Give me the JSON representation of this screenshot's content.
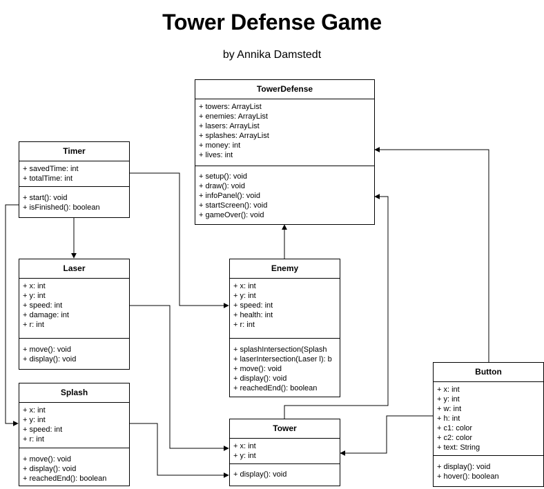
{
  "title": "Tower Defense Game",
  "subtitle": "by Annika Damstedt",
  "classes": {
    "towerdefense": {
      "name": "TowerDefense",
      "attributes": [
        "+ towers: ArrayList",
        "+ enemies: ArrayList",
        "+ lasers: ArrayList",
        "+ splashes: ArrayList",
        "+ money: int",
        "+ lives: int"
      ],
      "methods": [
        "+ setup(): void",
        "+ draw(): void",
        "+ infoPanel(): void",
        "+ startScreen(): void",
        "+ gameOver(): void"
      ]
    },
    "timer": {
      "name": "Timer",
      "attributes": [
        "+ savedTime: int",
        "+ totalTime: int"
      ],
      "methods": [
        "+ start(): void",
        "+ isFinished(): boolean"
      ]
    },
    "laser": {
      "name": "Laser",
      "attributes": [
        "+ x: int",
        "+ y: int",
        "+ speed: int",
        "+ damage: int",
        "+ r: int"
      ],
      "methods": [
        "+ move(): void",
        "+ display(): void"
      ]
    },
    "enemy": {
      "name": "Enemy",
      "attributes": [
        "+ x: int",
        "+ y: int",
        "+ speed: int",
        "+ health: int",
        "+ r: int"
      ],
      "methods": [
        "+ splashIntersection(Splash",
        "+ laserIntersection(Laser l): b",
        "+ move(): void",
        "+ display(): void",
        "+ reachedEnd(): boolean"
      ]
    },
    "splash": {
      "name": "Splash",
      "attributes": [
        "+ x: int",
        "+ y: int",
        "+ speed: int",
        "+ r: int"
      ],
      "methods": [
        "+ move(): void",
        "+ display(): void",
        "+ reachedEnd(): boolean"
      ]
    },
    "tower": {
      "name": "Tower",
      "attributes": [
        "+ x: int",
        "+ y: int"
      ],
      "methods": [
        "+ display(): void"
      ]
    },
    "button": {
      "name": "Button",
      "attributes": [
        "+ x: int",
        "+ y: int",
        "+ w: int",
        "+ h: int",
        "+ c1: color",
        "+ c2: color",
        "+ text: String"
      ],
      "methods": [
        "+ display(): void",
        "+ hover(): boolean"
      ]
    }
  },
  "edges": [
    {
      "from": "timer",
      "to": "laser"
    },
    {
      "from": "timer",
      "to": "enemy"
    },
    {
      "from": "timer",
      "to": "splash"
    },
    {
      "from": "enemy",
      "to": "towerdefense"
    },
    {
      "from": "laser",
      "to": "tower"
    },
    {
      "from": "splash",
      "to": "tower"
    },
    {
      "from": "tower",
      "to": "towerdefense"
    },
    {
      "from": "button",
      "to": "towerdefense"
    },
    {
      "from": "button",
      "to": "tower"
    }
  ]
}
